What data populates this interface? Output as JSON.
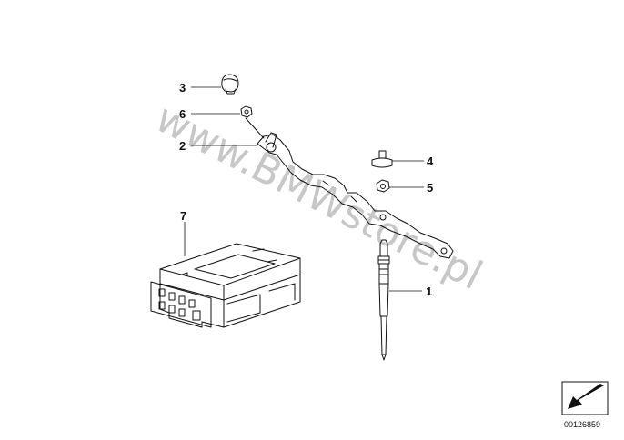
{
  "diagram": {
    "callouts": [
      "3",
      "6",
      "2",
      "4",
      "5",
      "7",
      "1"
    ],
    "watermark": "www.BMWstore.pl",
    "reference_number": "00126859"
  },
  "icons": {
    "corner_arrow": "arrow-down-left-icon"
  }
}
